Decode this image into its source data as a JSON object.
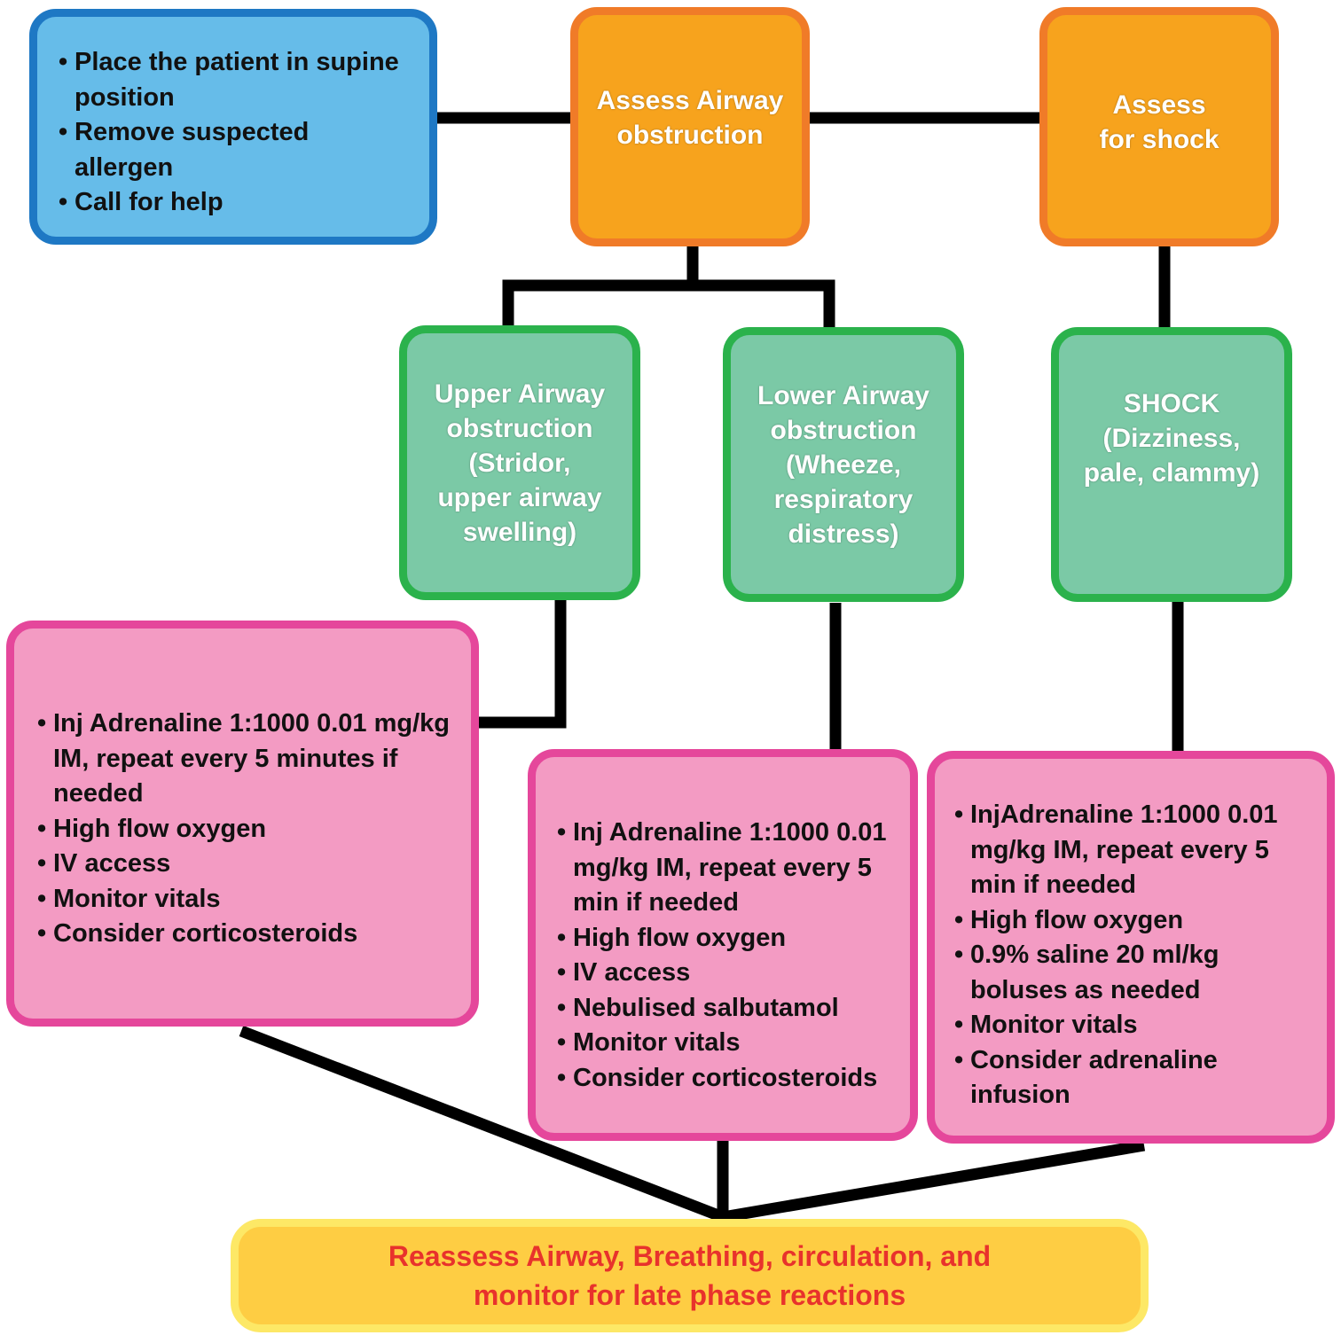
{
  "colors": {
    "blue_fill": "#66bce9",
    "blue_border": "#1e78c4",
    "orange_fill": "#f7a31d",
    "orange_border": "#f07b28",
    "green_fill": "#7bc9a6",
    "green_border": "#2bb24c",
    "pink_fill": "#f39bc3",
    "pink_border": "#e5479b",
    "yellow_fill": "#fecd43",
    "yellow_border": "#fde866",
    "final_text": "#e8322c",
    "connector": "#000000"
  },
  "initial_steps": {
    "items": [
      "Place the patient in supine position",
      "Remove suspected allergen",
      "Call for help"
    ]
  },
  "assess_airway": {
    "label": "Assess Airway obstruction"
  },
  "assess_shock": {
    "label": "Assess for shock"
  },
  "upper_airway": {
    "label": "Upper Airway obstruction (Stridor, upper airway swelling)"
  },
  "lower_airway": {
    "label": "Lower Airway obstruction (Wheeze, respiratory distress)"
  },
  "shock": {
    "label": "SHOCK (Dizziness, pale, clammy)"
  },
  "upper_treatment": {
    "items": [
      "Inj Adrenaline 1:1000 0.01 mg/kg IM, repeat every 5 minutes if needed",
      "High flow oxygen",
      "IV access",
      "Monitor vitals",
      "Consider corticosteroids"
    ]
  },
  "lower_treatment": {
    "items": [
      "Inj Adrenaline 1:1000 0.01 mg/kg IM, repeat every 5 min if needed",
      "High flow oxygen",
      "IV access",
      "Nebulised salbutamol",
      "Monitor vitals",
      "Consider corticosteroids"
    ]
  },
  "shock_treatment": {
    "items": [
      "InjAdrenaline 1:1000 0.01 mg/kg IM, repeat every 5 min if needed",
      "High flow oxygen",
      "0.9% saline 20 ml/kg boluses as needed",
      "Monitor vitals",
      "Consider adrenaline infusion"
    ]
  },
  "reassess": {
    "label": "Reassess Airway, Breathing, circulation, and monitor for late phase reactions"
  }
}
